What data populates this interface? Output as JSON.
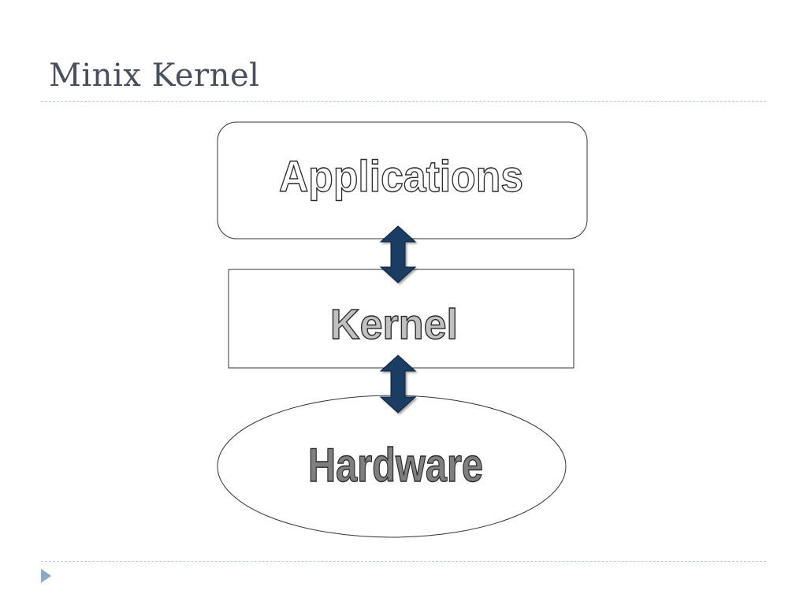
{
  "slide": {
    "title": "Minix Kernel"
  },
  "diagram": {
    "layers": [
      {
        "id": "applications",
        "label": "Applications",
        "fill": "#ffffff"
      },
      {
        "id": "kernel",
        "label": "Kernel",
        "fill": "#c0c0c0"
      },
      {
        "id": "hardware",
        "label": "Hardware",
        "fill": "#7f7f7f"
      }
    ],
    "arrow_color": "#1f3d63"
  },
  "nav": {
    "icon": "triangle-right-icon"
  }
}
